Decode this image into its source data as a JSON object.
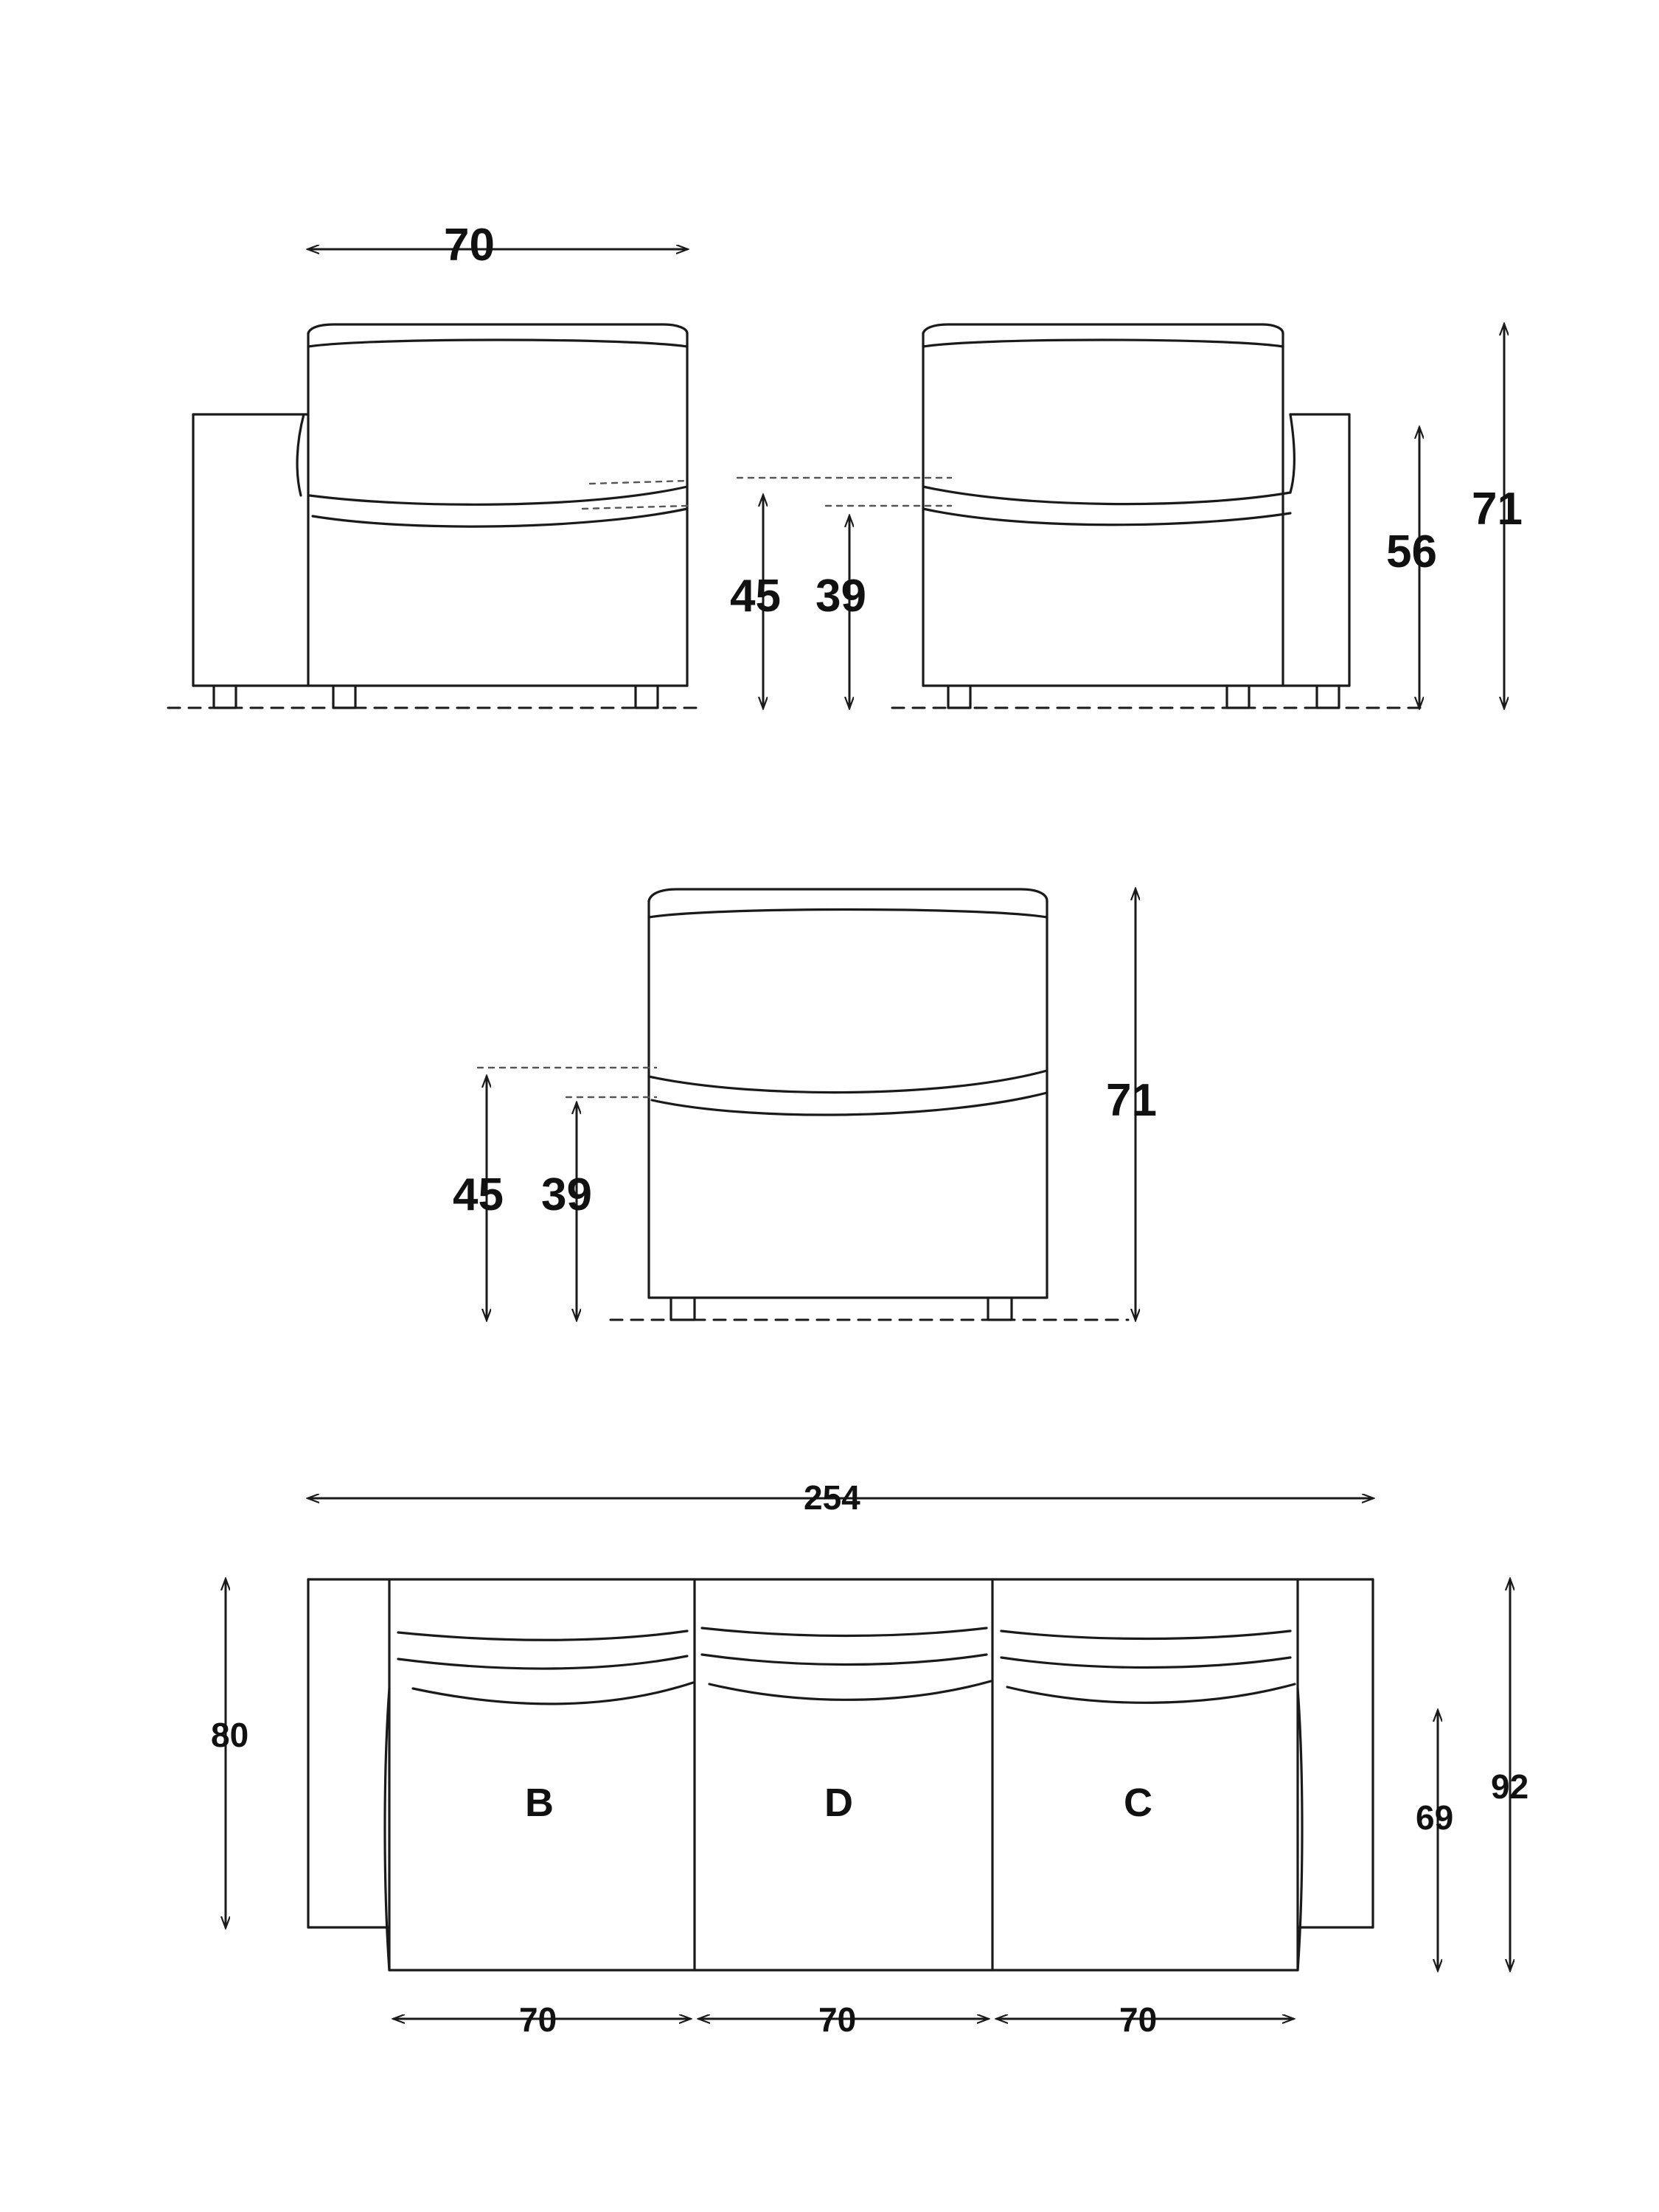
{
  "drawing": {
    "title": "Sofa technical dimension drawing",
    "units": "cm",
    "line_color": "#1a1a1a",
    "dashed_color": "#333333",
    "background": "#ffffff"
  },
  "views": {
    "left_arm_module": {
      "name": "Left arm module - front elevation",
      "dims": {
        "width_top": "70",
        "seat_back_height": "45",
        "seat_height": "39"
      }
    },
    "right_arm_module": {
      "name": "Right arm module - front elevation",
      "dims": {
        "overall_height": "71",
        "back_height": "56"
      }
    },
    "armless_module": {
      "name": "Armless module - front elevation",
      "dims": {
        "seat_back_height": "45",
        "seat_height": "39",
        "overall_height": "71"
      }
    },
    "plan_view": {
      "name": "Sofa plan view",
      "dims": {
        "overall_width": "254",
        "arm_depth": "80",
        "seat_depth": "69",
        "overall_depth": "92",
        "module_b_width": "70",
        "module_d_width": "70",
        "module_c_width": "70"
      },
      "module_labels": [
        "B",
        "D",
        "C"
      ]
    }
  },
  "labels": {
    "l70_top": "70",
    "l45_left": "45",
    "l39_left": "39",
    "l56": "56",
    "l71_right": "71",
    "l45_mid": "45",
    "l39_mid": "39",
    "l71_mid": "71",
    "l254": "254",
    "l80": "80",
    "l69": "69",
    "l92": "92",
    "mod_b": "B",
    "mod_d": "D",
    "mod_c": "C",
    "l70_b": "70",
    "l70_d": "70",
    "l70_c": "70"
  }
}
